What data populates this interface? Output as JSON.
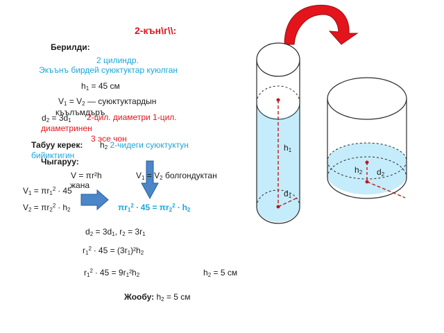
{
  "title": "2-кън\\г\\\\:",
  "given": {
    "label": "Берилди:",
    "line1": "2 цилиндр.",
    "line2": "Экъънъ бирдей суюктуктар куюлган",
    "h1_sym": "h",
    "h1_sub": "1",
    "h1_val": " = 45 см",
    "v_eq_a": "V",
    "v_eq_a_sub": "1",
    "v_eq_b": " = V",
    "v_eq_b_sub": "2",
    "v_eq_rest": " — суюктуктардын",
    "v_eq_line2": "къълъмдъръ",
    "d2_sym": "d",
    "d2_sub": "2",
    "d2_eq": " = 3d",
    "d2_eq_sub": "1",
    "d2_note": "2-цил. диаметри 1-цил.",
    "d2_note2": "диаметринен",
    "d2_note3": "3 эсе чон"
  },
  "find": {
    "label": "Табуу керек:",
    "h2_sym": "h",
    "h2_sub": "2",
    "h2_text": " 2-чидеги суюктуктун",
    "h2_text2": "бийиктигин"
  },
  "solution": {
    "label": "Чыгаруу:",
    "formula_v": "V = πr²h",
    "formula_note_a": "V",
    "formula_note_a_sub": "1",
    "formula_note_b": " = V",
    "formula_note_b_sub": "2",
    "formula_note_rest": " болгондуктан",
    "formula_note2": "жана",
    "v1_a": "V",
    "v1_sub": "1",
    "v1_b": " = πr",
    "v1_c_sub": "1",
    "v1_d": "2",
    "v1_e": " ∙ 45",
    "v2_a": "V",
    "v2_sub": "2",
    "v2_b": " = πr",
    "v2_c_sub": "2",
    "v2_d": "2",
    "v2_e": " ∙ h",
    "v2_f_sub": "2",
    "eq_main_a": "πr",
    "eq_main_a_sub": "1",
    "eq_main_b": "2",
    "eq_main_c": " ∙ 45 = πr",
    "eq_main_d_sub": "2",
    "eq_main_e": "2",
    "eq_main_f": " ∙ h",
    "eq_main_g_sub": "2",
    "step1": "d",
    "step1_sub": "2",
    "step1_b": " = 3d",
    "step1_b_sub": "1",
    "step1_c": ", r",
    "step1_c_sub": "2",
    "step1_d": " = 3r",
    "step1_d_sub": "1",
    "step2": "r",
    "step2_sub": "1",
    "step2_sup": "2",
    "step2_b": " ∙ 45 = (3r",
    "step2_b_sub": "1",
    "step2_c": ")²h",
    "step2_c_sub": "2",
    "step3": "r",
    "step3_sub": "1",
    "step3_sup": "2",
    "step3_b": " ∙ 45 = 9r",
    "step3_b_sub": "1",
    "step3_c": "²h",
    "step3_c_sub": "2",
    "step3_res": "h",
    "step3_res_sub": "2",
    "step3_res_b": " = 5 см"
  },
  "answer": {
    "label": "Жообу:",
    "h": "h",
    "h_sub": "2",
    "val": " = 5 см"
  },
  "figure": {
    "h1_label": "h",
    "h1_sub": "1",
    "d1_label": "d",
    "d1_sub": "1",
    "h2_label": "h",
    "h2_sub": "2",
    "d2_label": "d",
    "d2_sub": "2"
  },
  "colors": {
    "title": "#e3141b",
    "accent_cyan": "#1aa6d9",
    "liquid": "#c5ecfa",
    "arrow_blue": "#4a86c8",
    "curved_arrow": "#e3141b",
    "dash_line": "#c0161c"
  }
}
